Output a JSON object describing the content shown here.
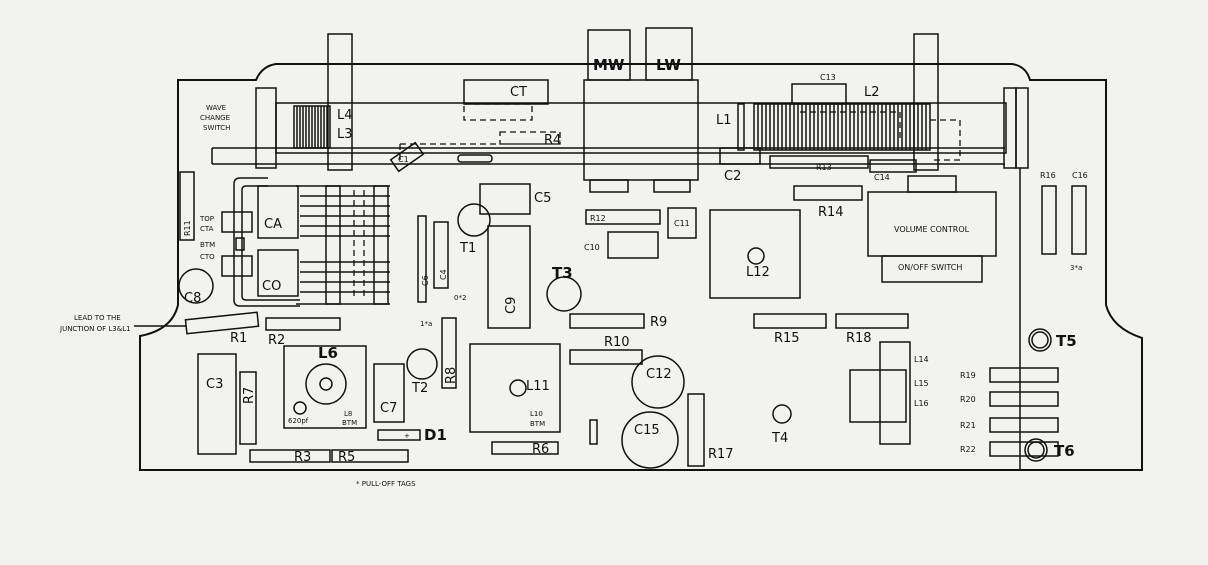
{
  "labels": {
    "mw": "MW",
    "lw": "LW",
    "ct": "CT",
    "l4": "L4",
    "l3": "L3",
    "r4": "R4",
    "c1": "C1",
    "l1": "L1",
    "c13": "C13",
    "l2": "L2",
    "c2": "C2",
    "r13": "R13",
    "c14": "C14",
    "r16": "R16",
    "c16": "C16",
    "wave_change_switch_1": "WAVE",
    "wave_change_switch_2": "CHANGE",
    "wave_change_switch_3": "SWITCH",
    "r11": "R11",
    "top": "TOP",
    "cta": "CTA",
    "ca": "CA",
    "btm1": "BTM",
    "cto": "CTO",
    "co": "CO",
    "c8": "C8",
    "c5": "C5",
    "r12": "R12",
    "c11": "C11",
    "r14": "R14",
    "volume_control": "VOLUME CONTROL",
    "on_off_switch": "ON/OFF SWITCH",
    "c10": "C10",
    "t1": "T1",
    "c6": "C6",
    "c4": "C4",
    "tag_0r2": "0*2",
    "t3": "T3",
    "c9": "C9",
    "l12": "L12",
    "tag_3a": "3*a",
    "lead_1": "LEAD TO THE",
    "lead_2": "JUNCTION OF L3&L1",
    "r1": "R1",
    "r2": "R2",
    "r9": "R9",
    "r10": "R10",
    "tag_1a": "1*a",
    "r15": "R15",
    "r18": "R18",
    "t5": "T5",
    "l6": "L6",
    "c3": "C3",
    "r7": "R7",
    "c620": "620pf",
    "l8_btm_1": "L8",
    "l8_btm_2": "BTM",
    "c7": "C7",
    "t2": "T2",
    "r8": "R8",
    "l11": "L11",
    "l10_btm_1": "L10",
    "l10_btm_2": "BTM",
    "c12": "C12",
    "c15": "C15",
    "l14": "L14",
    "l15": "L15",
    "l16": "L16",
    "r19": "R19",
    "r20": "R20",
    "r21": "R21",
    "r22": "R22",
    "t6": "T6",
    "t4": "T4",
    "d1": "D1",
    "d1_plus": "+",
    "r3": "R3",
    "r5": "R5",
    "r6": "R6",
    "r17": "R17",
    "pull_off_tags": "* PULL-OFF TAGS"
  }
}
